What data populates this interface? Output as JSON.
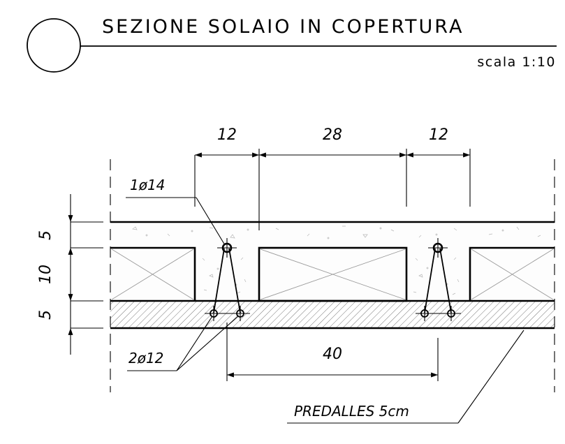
{
  "title": "SEZIONE SOLAIO IN COPERTURA",
  "scale": "scala 1:10",
  "dimensions": {
    "top": [
      "12",
      "28",
      "12"
    ],
    "vertical": [
      "5",
      "10",
      "5"
    ],
    "bottom": "40"
  },
  "labels": {
    "top_rebar": "1ø14",
    "bottom_rebar": "2ø12",
    "predalles": "PREDALLES 5cm"
  }
}
